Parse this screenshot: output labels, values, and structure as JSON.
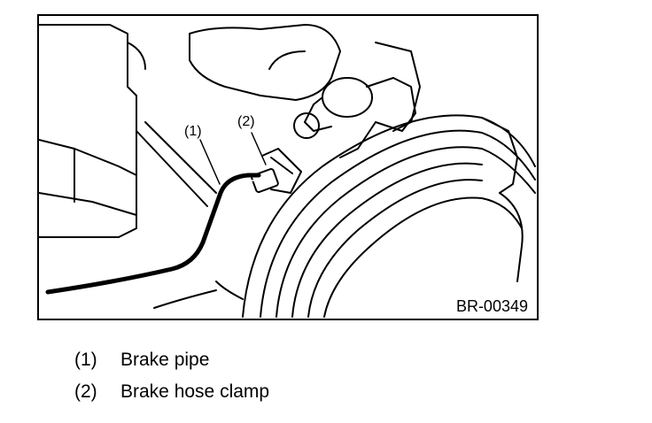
{
  "figure": {
    "code": "BR-00349",
    "callouts": [
      {
        "id": "1",
        "label": "(1)"
      },
      {
        "id": "2",
        "label": "(2)"
      }
    ]
  },
  "legend": [
    {
      "num": "(1)",
      "text": "Brake pipe"
    },
    {
      "num": "(2)",
      "text": "Brake hose clamp"
    }
  ]
}
